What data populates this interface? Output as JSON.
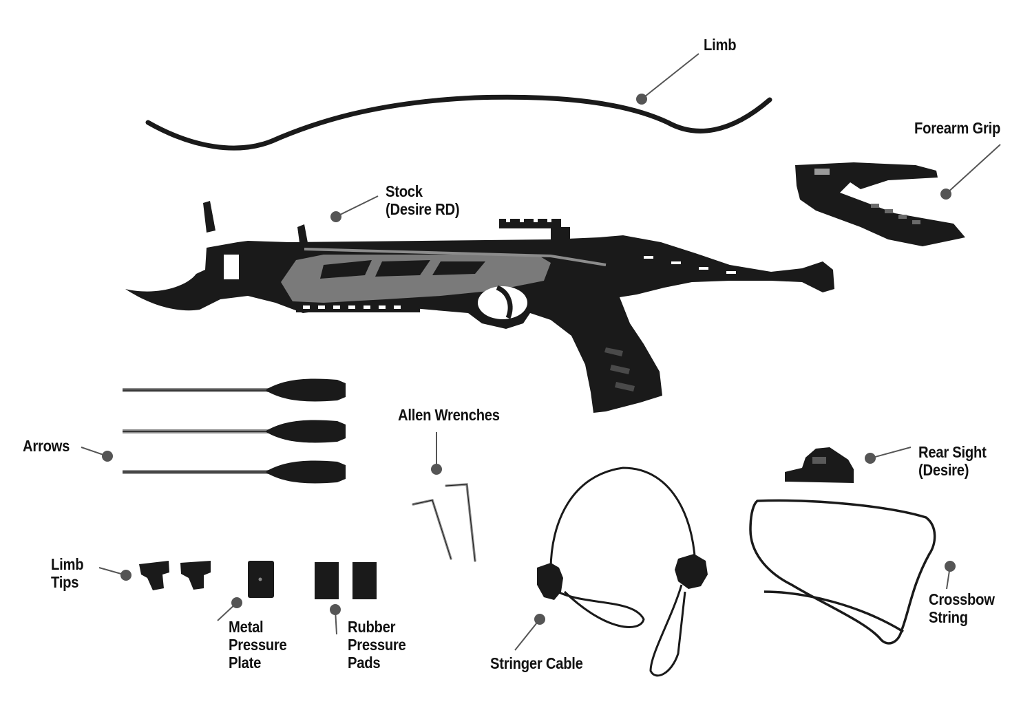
{
  "colors": {
    "ink": "#111111",
    "part": "#1a1a1a",
    "metal": "#8c8c8c",
    "grip": "#7a7a7a",
    "background": "#ffffff"
  },
  "labels": {
    "limb": "Limb",
    "forearm_grip": "Forearm Grip",
    "stock": [
      "Stock",
      "(Desire RD)"
    ],
    "arrows": "Arrows",
    "allen_wrenches": "Allen Wrenches",
    "rear_sight": [
      "Rear Sight",
      "(Desire)"
    ],
    "limb_tips": [
      "Limb",
      "Tips"
    ],
    "metal_pressure_plate": [
      "Metal",
      "Pressure",
      "Plate"
    ],
    "rubber_pressure_pads": [
      "Rubber",
      "Pressure",
      "Pads"
    ],
    "stringer_cable": "Stringer Cable",
    "crossbow_string": [
      "Crossbow",
      "String"
    ]
  }
}
